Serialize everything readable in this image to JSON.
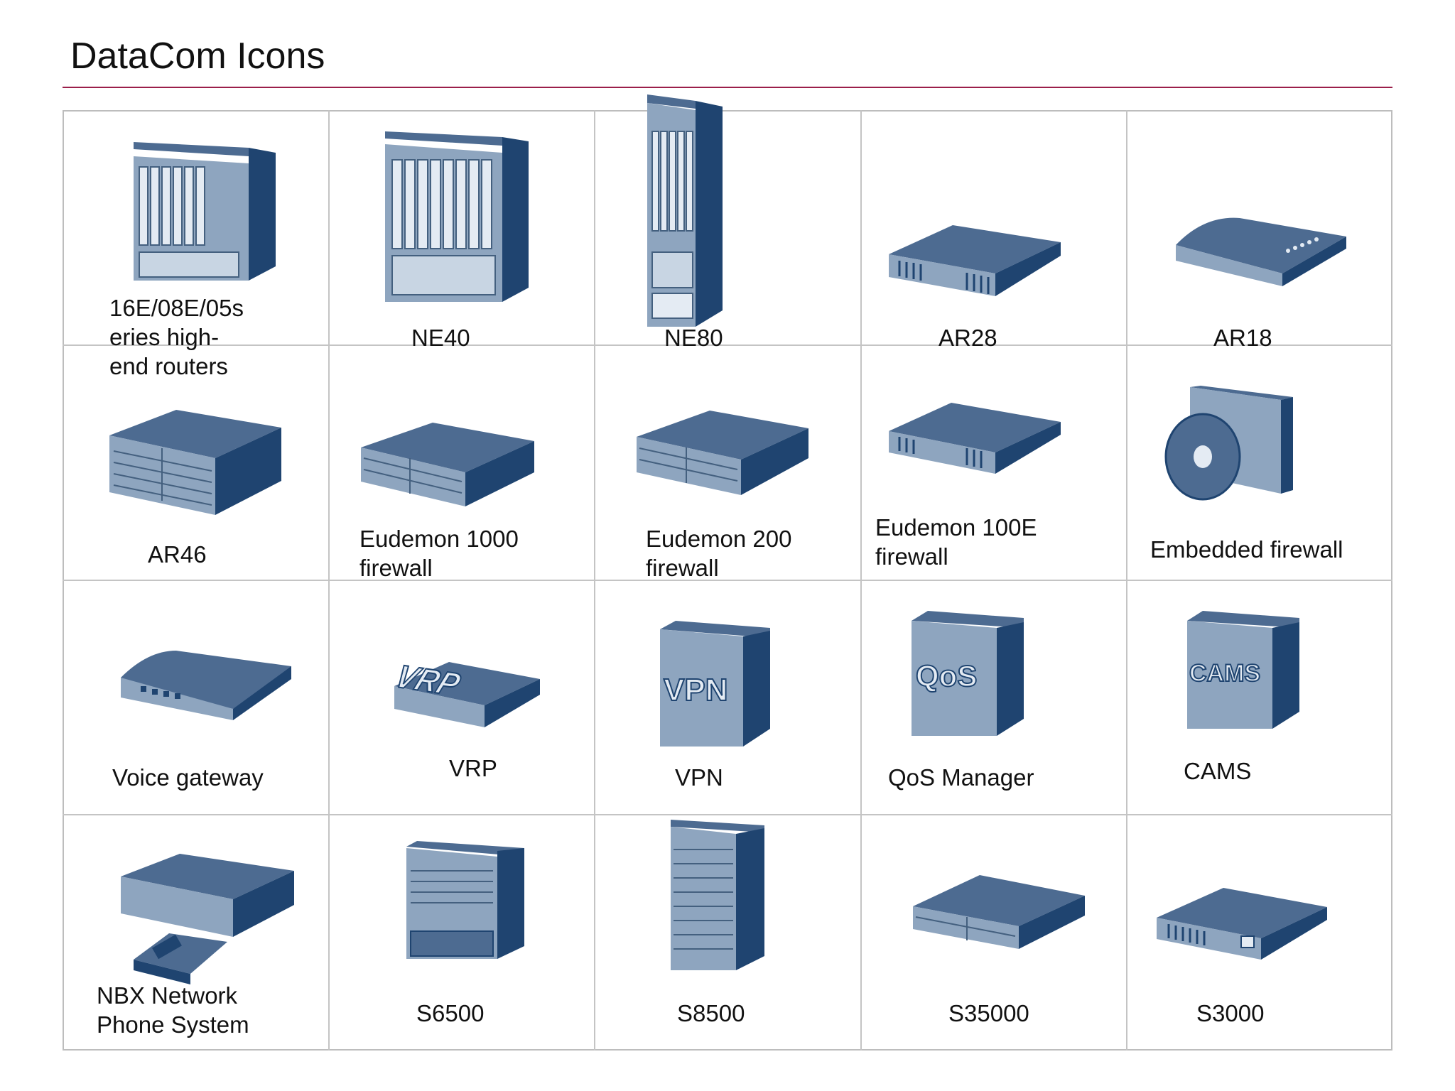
{
  "title": "DataCom Icons",
  "colors": {
    "accent_rule": "#9b1f4a",
    "device_top": "#4d6b91",
    "device_side": "#1d4470",
    "device_front": "#8fa6c0"
  },
  "cells": [
    {
      "label": "16E/08E/05s\neries high-\nend routers",
      "icon": "chassis-router-icon"
    },
    {
      "label": "NE40",
      "icon": "ne40-chassis-icon"
    },
    {
      "label": "NE80",
      "icon": "ne80-rack-icon"
    },
    {
      "label": "AR28",
      "icon": "flat-router-icon"
    },
    {
      "label": "AR18",
      "icon": "slim-router-icon"
    },
    {
      "label": "AR46",
      "icon": "box-router-icon"
    },
    {
      "label": "Eudemon 1000\nfirewall",
      "icon": "box-firewall-icon"
    },
    {
      "label": "Eudemon 200\nfirewall",
      "icon": "box-firewall-icon"
    },
    {
      "label": "Eudemon 100E\nfirewall",
      "icon": "flat-firewall-icon"
    },
    {
      "label": "Embedded firewall",
      "icon": "disc-card-icon"
    },
    {
      "label": "Voice gateway",
      "icon": "voice-gateway-icon"
    },
    {
      "label": "VRP",
      "icon": "vrp-platform-icon",
      "badge": "VRP"
    },
    {
      "label": "VPN",
      "icon": "server-tower-icon",
      "badge": "VPN"
    },
    {
      "label": "QoS Manager",
      "icon": "server-tower-icon",
      "badge": "QoS"
    },
    {
      "label": "CAMS",
      "icon": "server-tower-icon",
      "badge": "CAMS"
    },
    {
      "label": "NBX Network\nPhone System",
      "icon": "phone-system-icon"
    },
    {
      "label": "S6500",
      "icon": "switch-chassis-icon"
    },
    {
      "label": "S8500",
      "icon": "switch-rack-icon"
    },
    {
      "label": "S35000",
      "icon": "box-switch-icon"
    },
    {
      "label": "S3000",
      "icon": "flat-switch-icon"
    }
  ]
}
